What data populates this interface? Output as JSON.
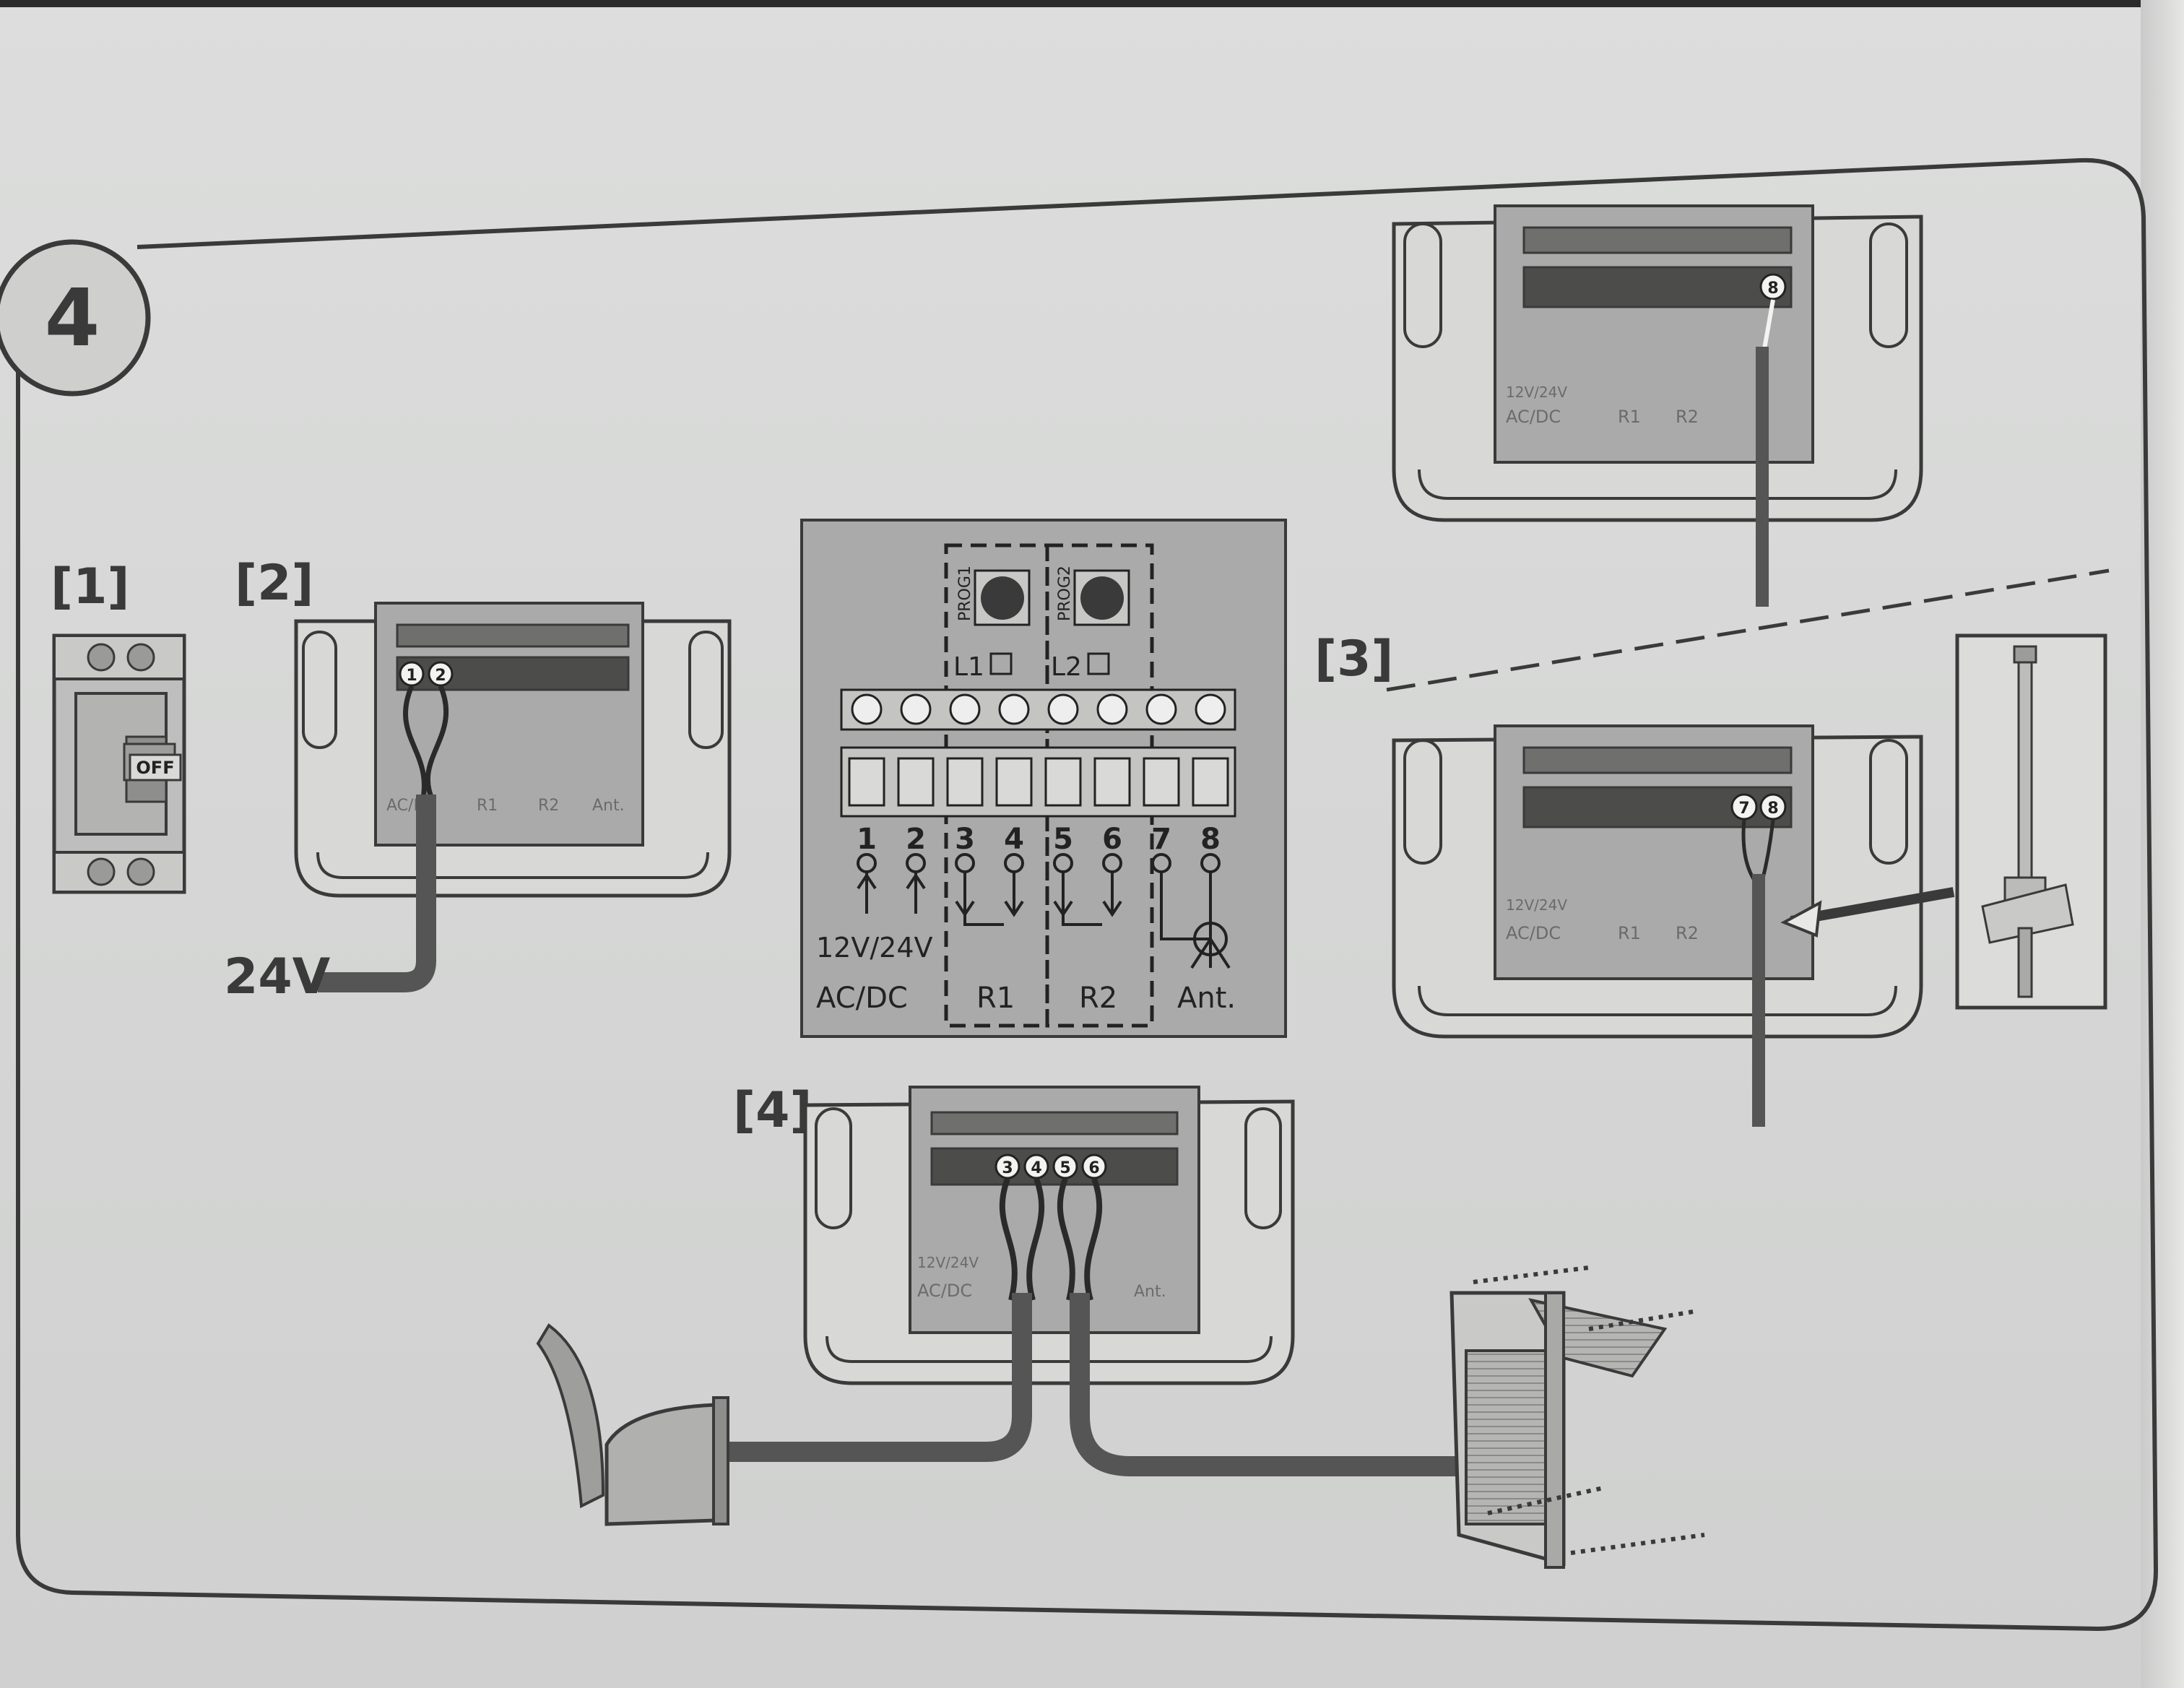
{
  "step_number": "4",
  "panels": {
    "p1": "[1]",
    "p2": "[2]",
    "p3": "[3]",
    "p4": "[4]"
  },
  "breaker_state": "OFF",
  "supply_label": "24V",
  "terminal_numbers": [
    "1",
    "2",
    "3",
    "4",
    "5",
    "6",
    "7",
    "8"
  ],
  "center_diagram": {
    "prog1": "PROG1",
    "prog2": "PROG2",
    "led1": "L1",
    "led2": "L2",
    "power_line1": "12V/24V",
    "power_line2": "AC/DC",
    "relay1": "R1",
    "relay2": "R2",
    "antenna": "Ant."
  },
  "small_labels": {
    "power_line1": "12V/24V",
    "power_line2": "AC/DC",
    "relay1": "R1",
    "relay2": "R2",
    "antenna": "Ant."
  },
  "colors": {
    "outline": "#3a3a3a",
    "panel_fill": "#a9aaa9",
    "cable": "#555555"
  }
}
